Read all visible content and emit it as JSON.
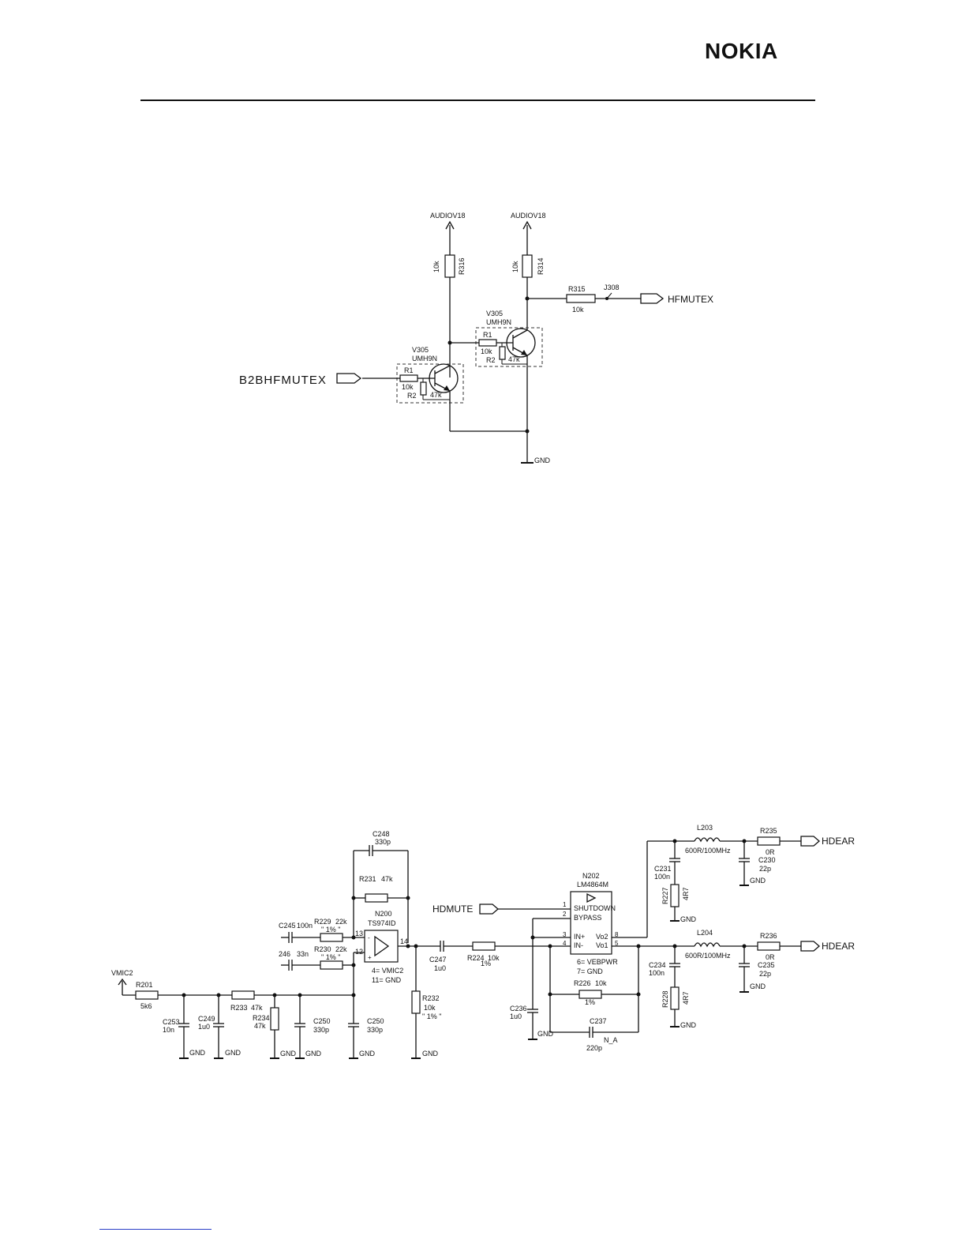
{
  "header": {
    "logo_text": "NOKIA"
  },
  "diagram_top": {
    "power_rails": [
      "AUDIOV18",
      "AUDIOV18"
    ],
    "ground": "GND",
    "r316": {
      "ref": "R316",
      "value": "10k"
    },
    "r314": {
      "ref": "R314",
      "value": "10k"
    },
    "r315": {
      "ref": "R315",
      "value": "10k"
    },
    "j308": "J308",
    "output_port": "HFMUTEX",
    "input_port": "B2BHFMUTEX",
    "v305_upper": {
      "ref": "V305",
      "part": "UMH9N",
      "r1": "R1",
      "r1_value": "10k",
      "r2": "R2",
      "r2_value": "47k"
    },
    "v305_lower": {
      "ref": "V305",
      "part": "UMH9N",
      "r1": "R1",
      "r1_value": "10k",
      "r2": "R2",
      "r2_value": "47k"
    }
  },
  "diagram_bottom": {
    "vmic2": "VMIC2",
    "gnd": "GND",
    "r201": {
      "ref": "R201",
      "value": "5k6"
    },
    "c253": {
      "ref": "C253",
      "value": "10n"
    },
    "c249": {
      "ref": "C249",
      "value": "1u0"
    },
    "r233": {
      "ref": "R233",
      "value": "47k"
    },
    "r234": {
      "ref": "R234",
      "value": "47k"
    },
    "c250a": {
      "ref": "C250",
      "value": "330p"
    },
    "c250b": {
      "ref": "C250",
      "value": "330p"
    },
    "c245": {
      "ref": "C245",
      "value": "100n"
    },
    "c246": {
      "ref": "246",
      "value": "33n"
    },
    "r229": {
      "ref": "R229",
      "value": "22k",
      "tol": "\" 1% \""
    },
    "r230": {
      "ref": "R230",
      "value": "22k",
      "tol": "\" 1% \""
    },
    "c248": {
      "ref": "C248",
      "value": "330p"
    },
    "r231": {
      "ref": "R231",
      "value": "47k"
    },
    "n200": {
      "ref": "N200",
      "part": "TS974ID",
      "pin_in_top": "13",
      "pin_in_bottom": "12",
      "pin_out": "14",
      "minus": "-",
      "plus": "+",
      "pwr": "4= VMIC2",
      "gnd": "11= GND"
    },
    "c247": {
      "ref": "C247",
      "value": "1u0"
    },
    "r224": {
      "ref": "R224",
      "value": "10k",
      "tol": "1%"
    },
    "r232": {
      "ref": "R232",
      "value": "10k",
      "tol": "\" 1% \""
    },
    "hdmute": "HDMUTE",
    "n202": {
      "ref": "N202",
      "part": "LM4864M",
      "pin1": "1",
      "pin2": "2",
      "pin3": "3",
      "pin4": "4",
      "pin5": "5",
      "pin8": "8",
      "shutdown": "SHUTDOWN",
      "bypass": "BYPASS",
      "inp": "IN+",
      "inm": "IN-",
      "vo2": "Vo2",
      "vo1": "Vo1",
      "pwr": "6= VEBPWR",
      "gnd": "7= GND"
    },
    "c236": {
      "ref": "C236",
      "value": "1u0"
    },
    "r226": {
      "ref": "R226",
      "value": "10k",
      "tol": "1%"
    },
    "c237": {
      "ref": "C237",
      "value": "220p",
      "note": "N_A"
    },
    "c231": {
      "ref": "C231",
      "value": "100n"
    },
    "r227": {
      "ref": "R227",
      "value": "4R7"
    },
    "c234": {
      "ref": "C234",
      "value": "100n"
    },
    "r228": {
      "ref": "R228",
      "value": "4R7"
    },
    "l203": {
      "ref": "L203",
      "value": "600R/100MHz"
    },
    "l204": {
      "ref": "L204",
      "value": "600R/100MHz"
    },
    "c230": {
      "ref": "C230",
      "value": "22p"
    },
    "c235": {
      "ref": "C235",
      "value": "22p"
    },
    "r235": {
      "ref": "R235",
      "value": "0R"
    },
    "r236": {
      "ref": "R236",
      "value": "0R"
    },
    "out_top": "HDEAR",
    "out_bottom": "HDEAR"
  }
}
